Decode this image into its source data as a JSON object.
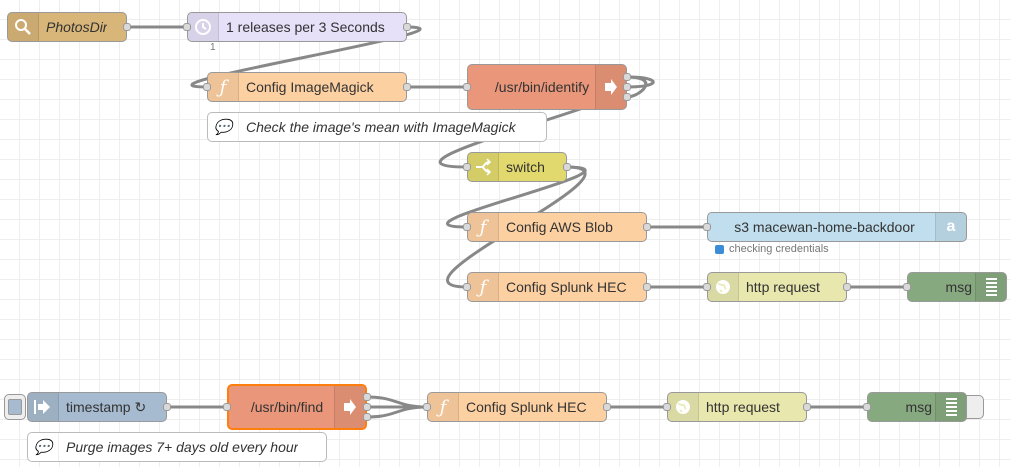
{
  "colors": {
    "file_watch": "#d8b579",
    "delay": "#e6e0f8",
    "function": "#fdd0a2",
    "exec": "#e9967a",
    "switch": "#e2d96e",
    "amazon_s3": "#c0deed",
    "http_request": "#e7e7ae",
    "debug": "#87a980",
    "inject": "#a6bbcf",
    "wire": "#888888",
    "selected_border": "#ff7f0e",
    "status_blue": "#3c8dd7"
  },
  "nodes": {
    "photos_dir": {
      "label": "PhotosDir",
      "icon": "search-icon"
    },
    "delay": {
      "label": "1 releases per 3 Seconds",
      "icon": "timer-icon",
      "counter": "1"
    },
    "config_imagemagick": {
      "label": "Config ImageMagick",
      "icon": "function-icon"
    },
    "identify": {
      "label": "/usr/bin/identify",
      "icon": "arrow-right-icon"
    },
    "switch": {
      "label": "switch",
      "icon": "switch-icon"
    },
    "config_aws": {
      "label": "Config AWS Blob",
      "icon": "function-icon"
    },
    "s3": {
      "label": "s3 macewan-home-backdoor",
      "icon": "amazon-icon",
      "status": "checking credentials"
    },
    "config_splunk_1": {
      "label": "Config Splunk HEC",
      "icon": "function-icon"
    },
    "http_request_1": {
      "label": "http request",
      "icon": "globe-icon"
    },
    "debug_1": {
      "label": "msg",
      "icon": "list-icon"
    },
    "timestamp": {
      "label": "timestamp ↻",
      "icon": "inject-arrow-icon"
    },
    "find": {
      "label": "/usr/bin/find",
      "icon": "arrow-right-icon"
    },
    "config_splunk_2": {
      "label": "Config Splunk HEC",
      "icon": "function-icon"
    },
    "http_request_2": {
      "label": "http request",
      "icon": "globe-icon"
    },
    "debug_2": {
      "label": "msg",
      "icon": "list-icon"
    }
  },
  "comments": {
    "check_mean": "Check the image's mean with ImageMagick",
    "purge": "Purge images 7+ days old every hour"
  }
}
